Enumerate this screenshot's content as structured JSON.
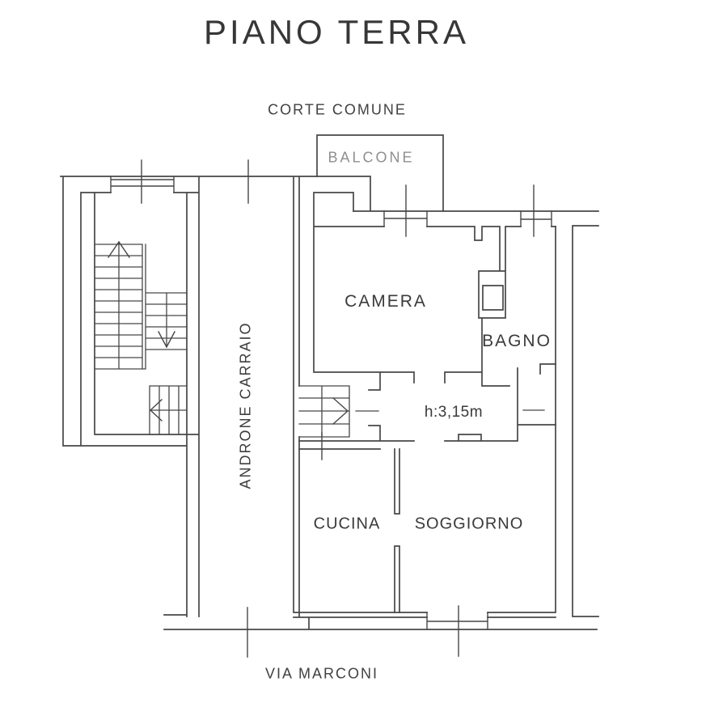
{
  "title": {
    "text": "PIANO TERRA"
  },
  "plan": {
    "area_labels": {
      "corte_comune": "CORTE COMUNE",
      "balcone": "BALCONE",
      "camera": "CAMERA",
      "bagno": "BAGNO",
      "androne_carraio": "ANDRONE CARRAIO",
      "cucina": "CUCINA",
      "soggiorno": "SOGGIORNO",
      "via_marconi": "VIA MARCONI"
    },
    "annotations": {
      "ceiling_height": "h:3,15m"
    },
    "colors": {
      "wall_line": "#474747",
      "detail_line": "#4d4d4d",
      "text": "#3a3a3a",
      "muted_text": "#8f8f8f",
      "background": "#ffffff"
    }
  }
}
